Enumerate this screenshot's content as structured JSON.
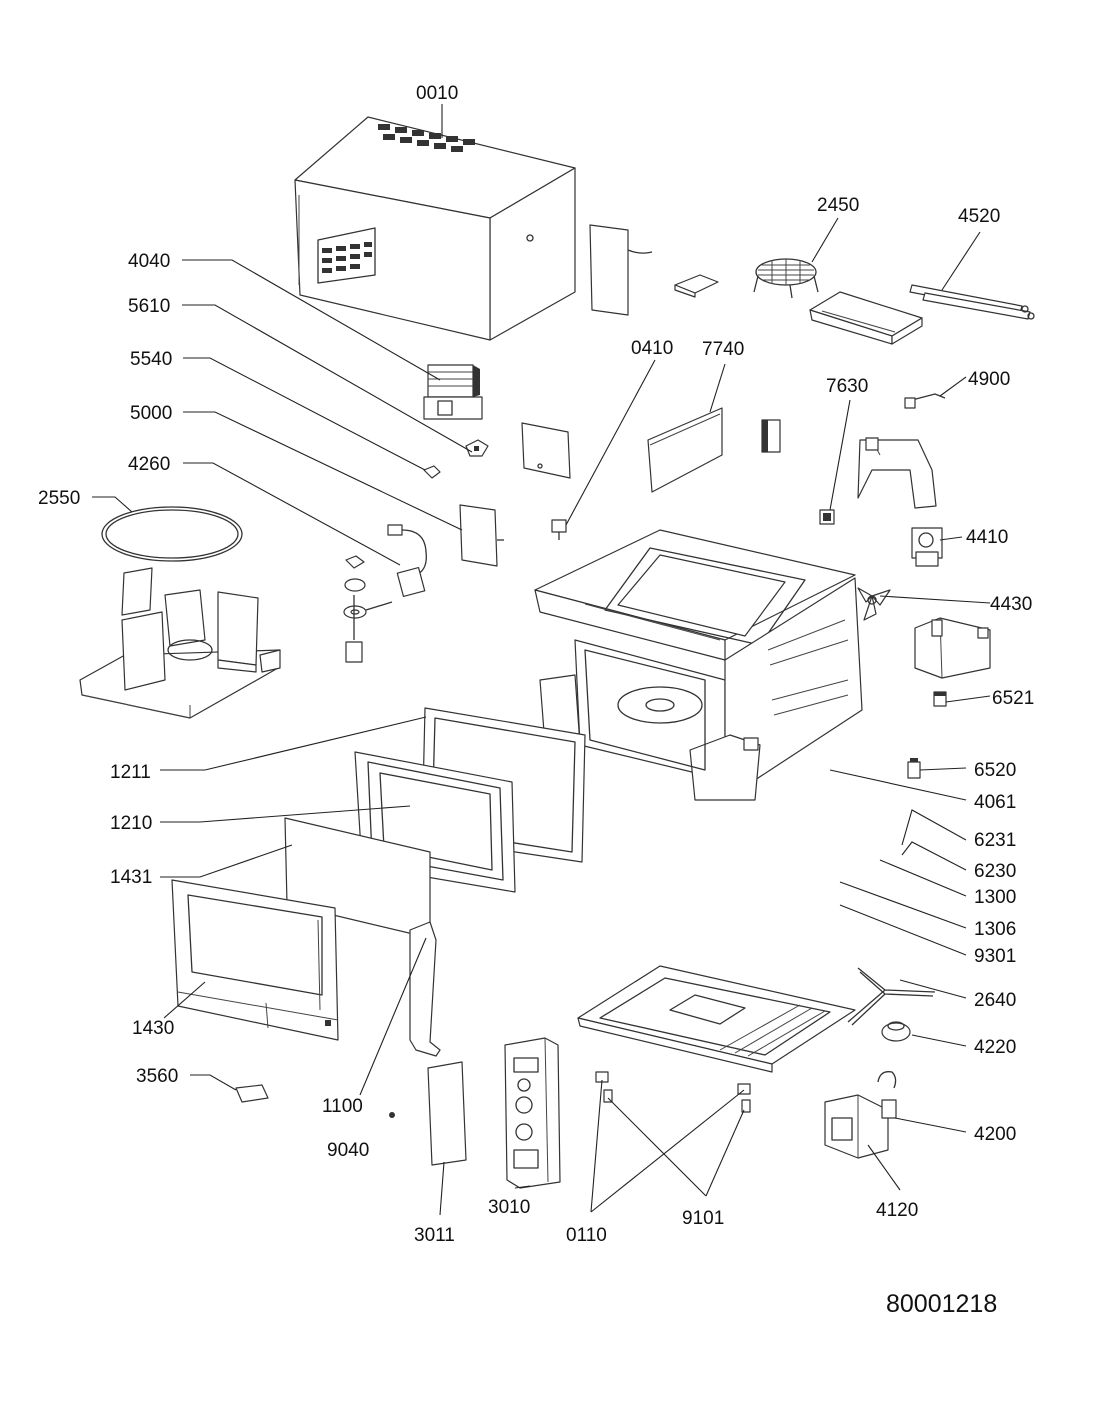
{
  "document_number": "80001218",
  "callouts": [
    {
      "id": "c0010",
      "text": "0010"
    },
    {
      "id": "c2450",
      "text": "2450"
    },
    {
      "id": "c4520",
      "text": "4520"
    },
    {
      "id": "c4040",
      "text": "4040"
    },
    {
      "id": "c5610",
      "text": "5610"
    },
    {
      "id": "c5540",
      "text": "5540"
    },
    {
      "id": "c5000",
      "text": "5000"
    },
    {
      "id": "c4260",
      "text": "4260"
    },
    {
      "id": "c2550",
      "text": "2550"
    },
    {
      "id": "c0410",
      "text": "0410"
    },
    {
      "id": "c7740",
      "text": "7740"
    },
    {
      "id": "c7630",
      "text": "7630"
    },
    {
      "id": "c4900",
      "text": "4900"
    },
    {
      "id": "c4410",
      "text": "4410"
    },
    {
      "id": "c4430",
      "text": "4430"
    },
    {
      "id": "c6521",
      "text": "6521"
    },
    {
      "id": "c6520",
      "text": "6520"
    },
    {
      "id": "c4061",
      "text": "4061"
    },
    {
      "id": "c6231",
      "text": "6231"
    },
    {
      "id": "c6230",
      "text": "6230"
    },
    {
      "id": "c1300",
      "text": "1300"
    },
    {
      "id": "c1306",
      "text": "1306"
    },
    {
      "id": "c9301",
      "text": "9301"
    },
    {
      "id": "c2640",
      "text": "2640"
    },
    {
      "id": "c4220",
      "text": "4220"
    },
    {
      "id": "c4200",
      "text": "4200"
    },
    {
      "id": "c4120",
      "text": "4120"
    },
    {
      "id": "c1211",
      "text": "1211"
    },
    {
      "id": "c1210",
      "text": "1210"
    },
    {
      "id": "c1431",
      "text": "1431"
    },
    {
      "id": "c1430",
      "text": "1430"
    },
    {
      "id": "c3560",
      "text": "3560"
    },
    {
      "id": "c1100",
      "text": "1100"
    },
    {
      "id": "c9040",
      "text": "9040"
    },
    {
      "id": "c3011",
      "text": "3011"
    },
    {
      "id": "c3010",
      "text": "3010"
    },
    {
      "id": "c0110",
      "text": "0110"
    },
    {
      "id": "c9101",
      "text": "9101"
    }
  ]
}
